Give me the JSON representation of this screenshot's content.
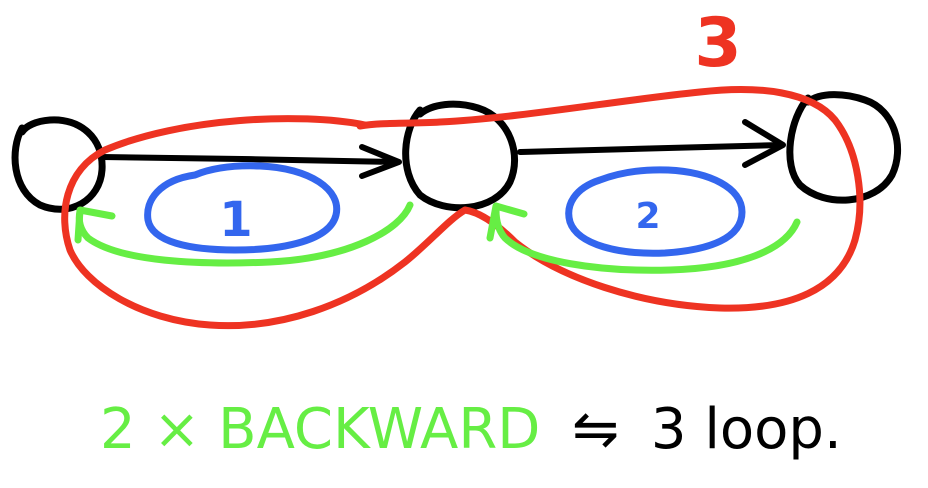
{
  "loops": [
    {
      "label": "1"
    },
    {
      "label": "2"
    },
    {
      "label": "3"
    }
  ],
  "caption": {
    "backward_part": "2 × BACKWARD",
    "equiv_symbol": "⇋",
    "loop_part": "3 loop."
  },
  "colors": {
    "nodes": "#000000",
    "forward_edges": "#000000",
    "backward_edges": "#66ee44",
    "small_loops": "#3366ee",
    "big_loop": "#ee3322",
    "caption_backward": "#66ee44",
    "caption_loop": "#000000"
  }
}
